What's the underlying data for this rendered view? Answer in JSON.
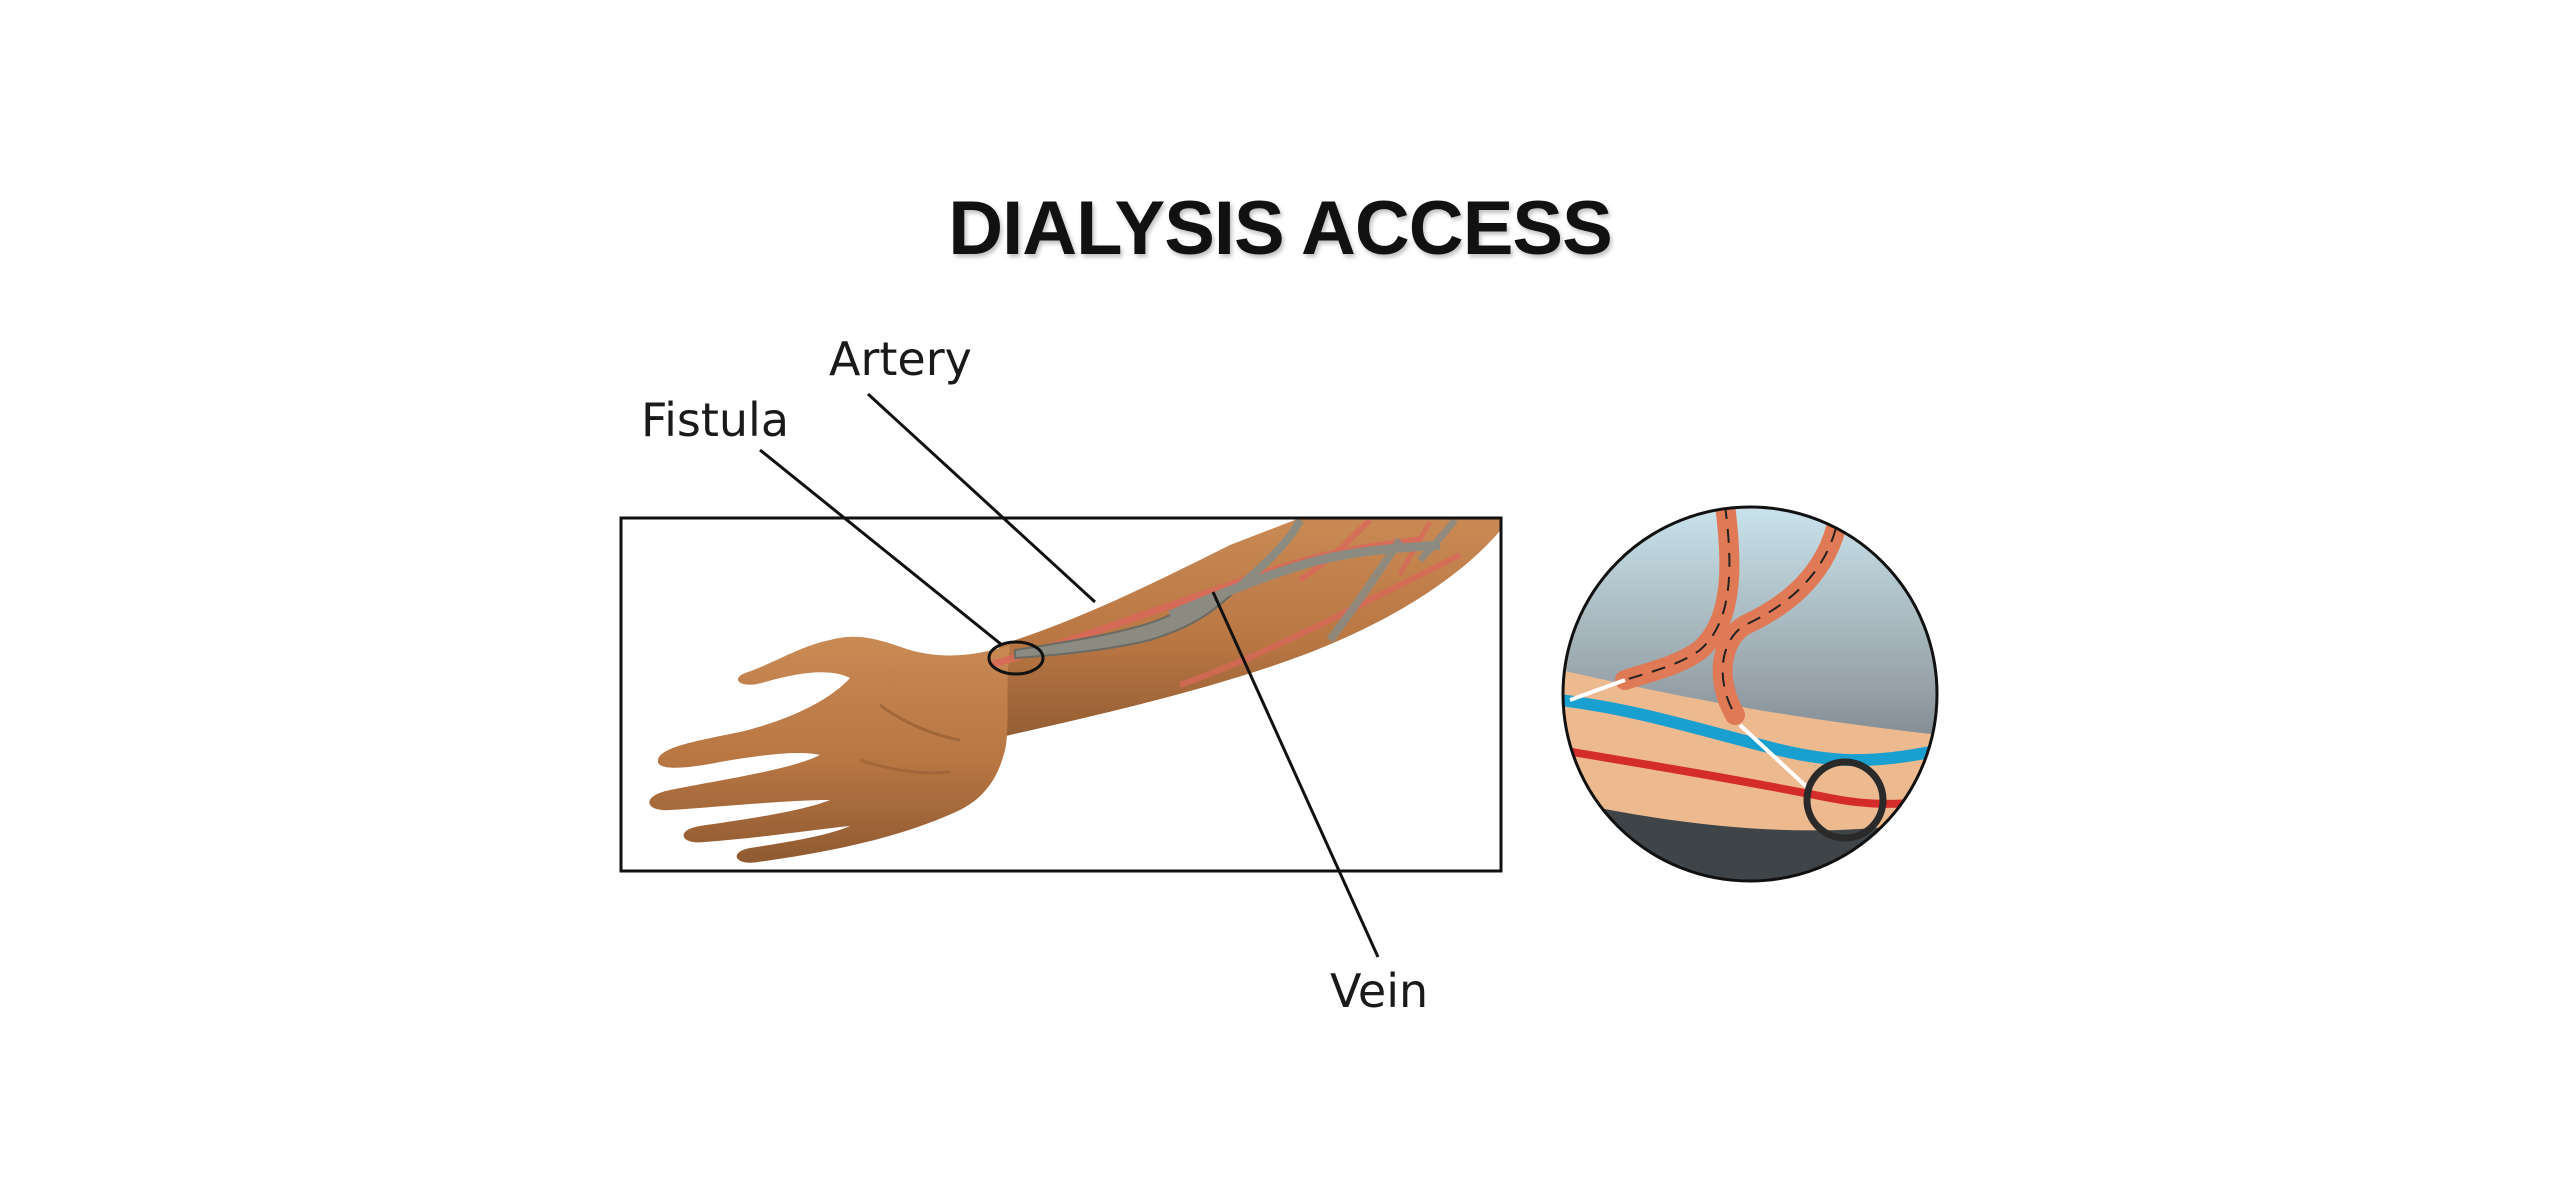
{
  "title": "DIALYSIS ACCESS",
  "labels": {
    "artery": "Artery",
    "fistula": "Fistula",
    "vein": "Vein"
  },
  "colors": {
    "skin": "#c07f4c",
    "skin_dark": "#8f5a31",
    "artery": "#d9675a",
    "vein_gray": "#8b8b82",
    "inset_vein_blue": "#1aa0d0",
    "inset_artery_red": "#d42b2b",
    "inset_tube": "#e07a56",
    "outline": "#111111"
  }
}
